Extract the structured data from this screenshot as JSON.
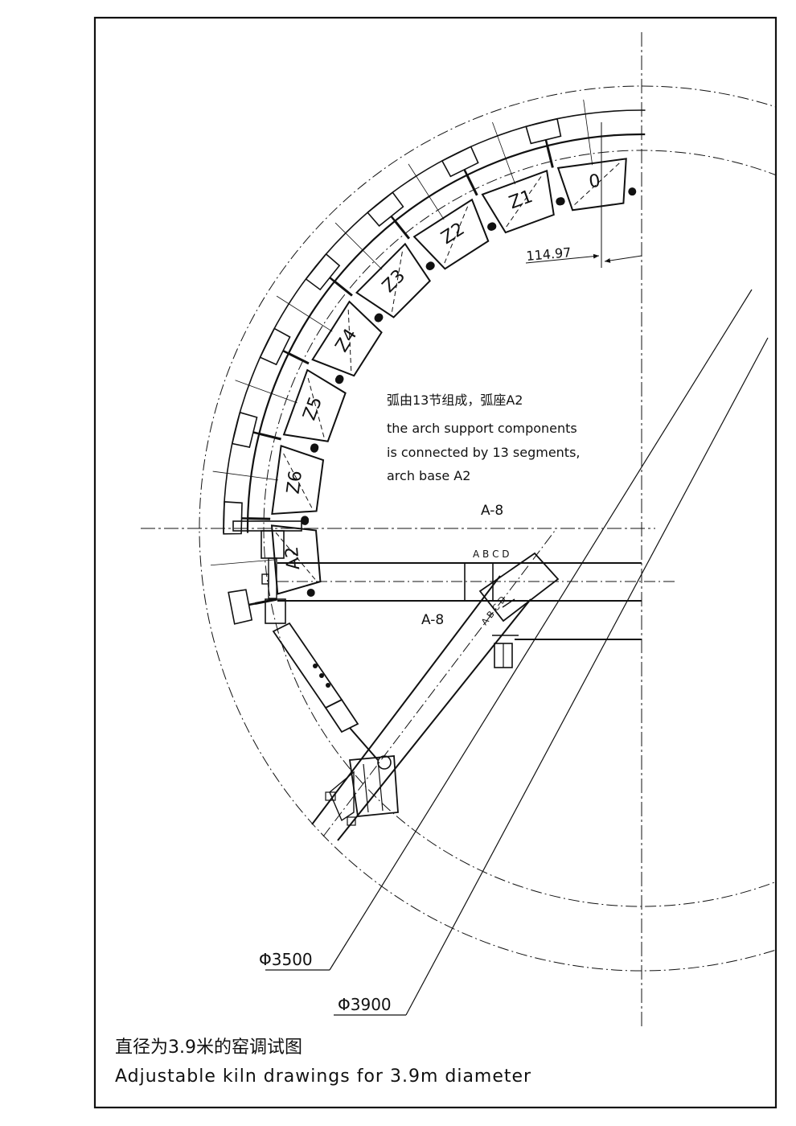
{
  "segment_labels": [
    "0",
    "Z1",
    "Z2",
    "Z3",
    "Z4",
    "Z5",
    "Z6",
    "A2"
  ],
  "dimensions": {
    "offset": "114.97",
    "inner_diameter": "Φ3500",
    "outer_diameter": "Φ3900"
  },
  "note": {
    "cn": "弧由13节组成，弧座A2",
    "en_line1": "the arch support components",
    "en_line2": "is connected by 13 segments,",
    "en_line3": "arch base A2"
  },
  "section_marks": {
    "top": "A-8",
    "middle": "A-8",
    "letters_h": "A B C D",
    "letters_d": "A B C D"
  },
  "title": {
    "cn": "直径为3.9米的窑调试图",
    "en": "Adjustable kiln drawings for 3.9m diameter"
  },
  "colors": {
    "ink": "#111111",
    "paper": "#ffffff"
  }
}
